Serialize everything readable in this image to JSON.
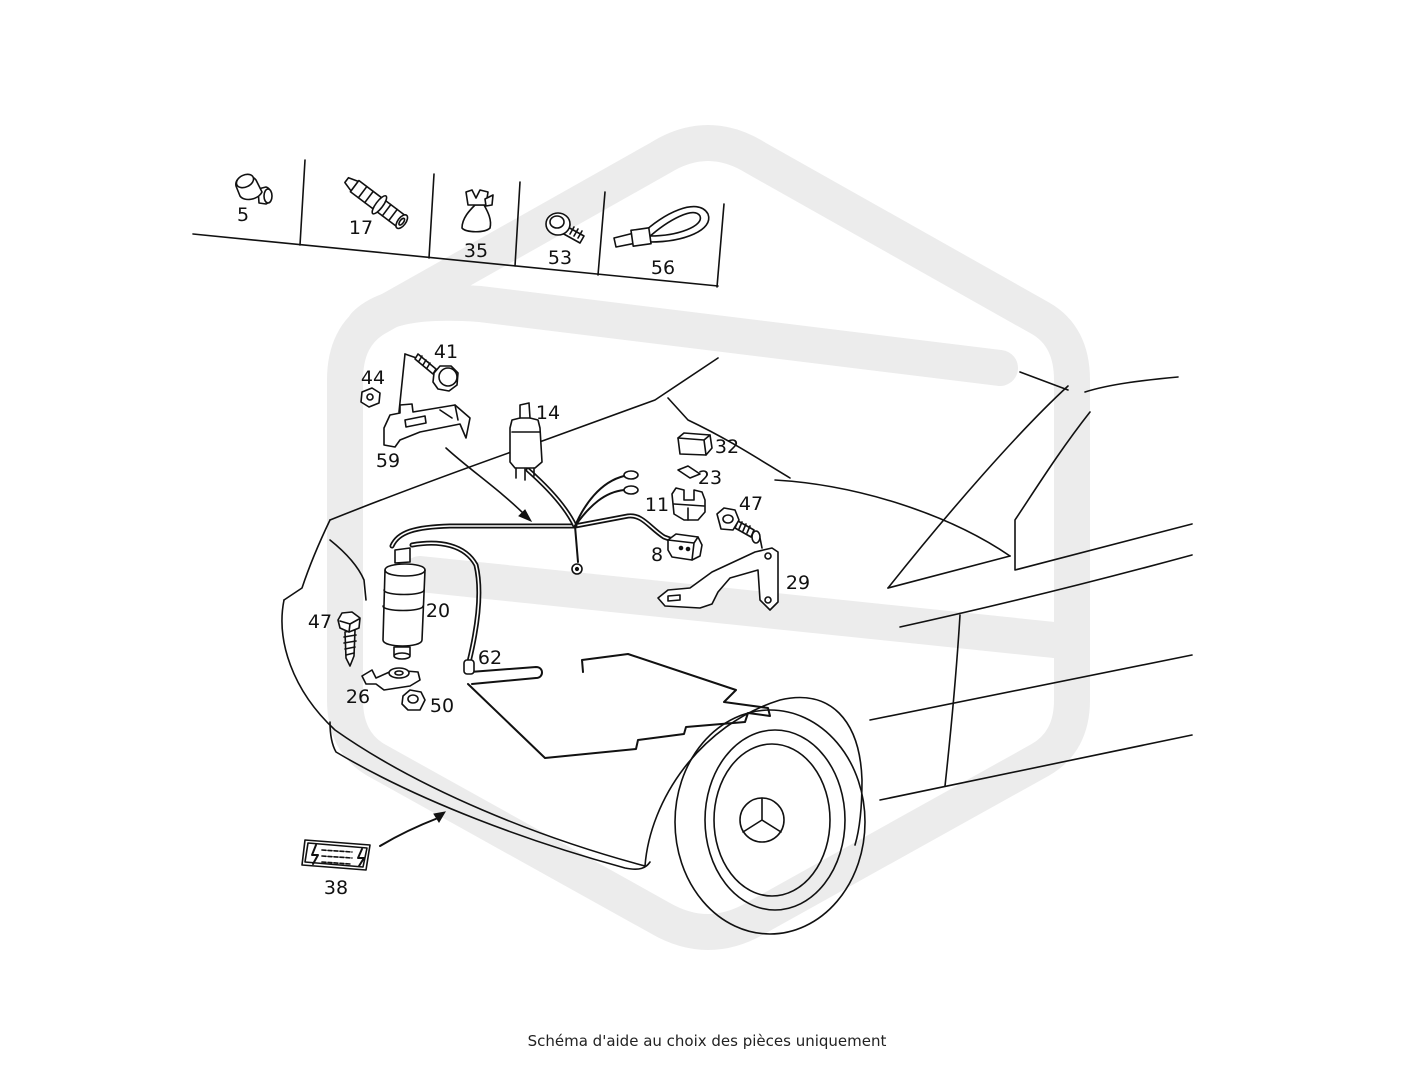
{
  "parts_strip": [
    {
      "label": "5",
      "icon": "push-pin-icon"
    },
    {
      "label": "17",
      "icon": "grommet-plug-icon"
    },
    {
      "label": "35",
      "icon": "wire-clip-icon"
    },
    {
      "label": "53",
      "icon": "screw-icon"
    },
    {
      "label": "56",
      "icon": "cable-tie-icon"
    }
  ],
  "callouts": {
    "c41": "41",
    "c44": "44",
    "c14": "14",
    "c59": "59",
    "c32": "32",
    "c23": "23",
    "c11": "11",
    "c47_right": "47",
    "c8": "8",
    "c29": "29",
    "c20": "20",
    "c47_left": "47",
    "c62": "62",
    "c26": "26",
    "c50": "50",
    "c38": "38"
  },
  "caption": "Schéma d'aide au choix des pièces uniquement",
  "colors": {
    "line": "#111111",
    "watermark": "#ececec",
    "background": "#ffffff"
  }
}
